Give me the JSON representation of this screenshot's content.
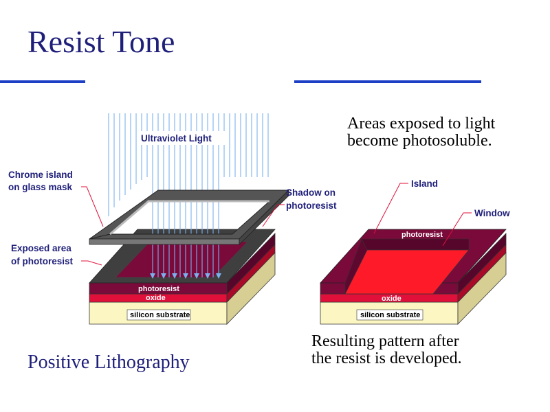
{
  "title": "Resist Tone",
  "subtitle": "Positive Lithography",
  "caption_top": [
    "Areas exposed to light",
    "become photosoluble."
  ],
  "caption_bottom": [
    "Resulting pattern after",
    "the resist is developed."
  ],
  "left_diagram": {
    "uv_label": "Ultraviolet Light",
    "mask_label": [
      "Chrome island",
      "on glass mask"
    ],
    "shadow_label": [
      "Shadow on",
      "photoresist"
    ],
    "exposed_label": [
      "Exposed area",
      "of photoresist"
    ],
    "layers": {
      "photoresist": "photoresist",
      "oxide": "oxide",
      "substrate": "silicon substrate"
    }
  },
  "right_diagram": {
    "island_label": "Island",
    "window_label": "Window",
    "layers": {
      "photoresist": "photoresist",
      "oxide": "oxide",
      "substrate": "silicon substrate"
    }
  },
  "colors": {
    "title": "#1f1f7a",
    "rule": "#1d3fc6",
    "photoresist": "#7a0a3a",
    "oxide": "#e0103a",
    "substrate": "#fbf6c2",
    "exposed": "#ff1a2a",
    "mask_chrome": "#555555",
    "uv": "#7ab0ee"
  }
}
